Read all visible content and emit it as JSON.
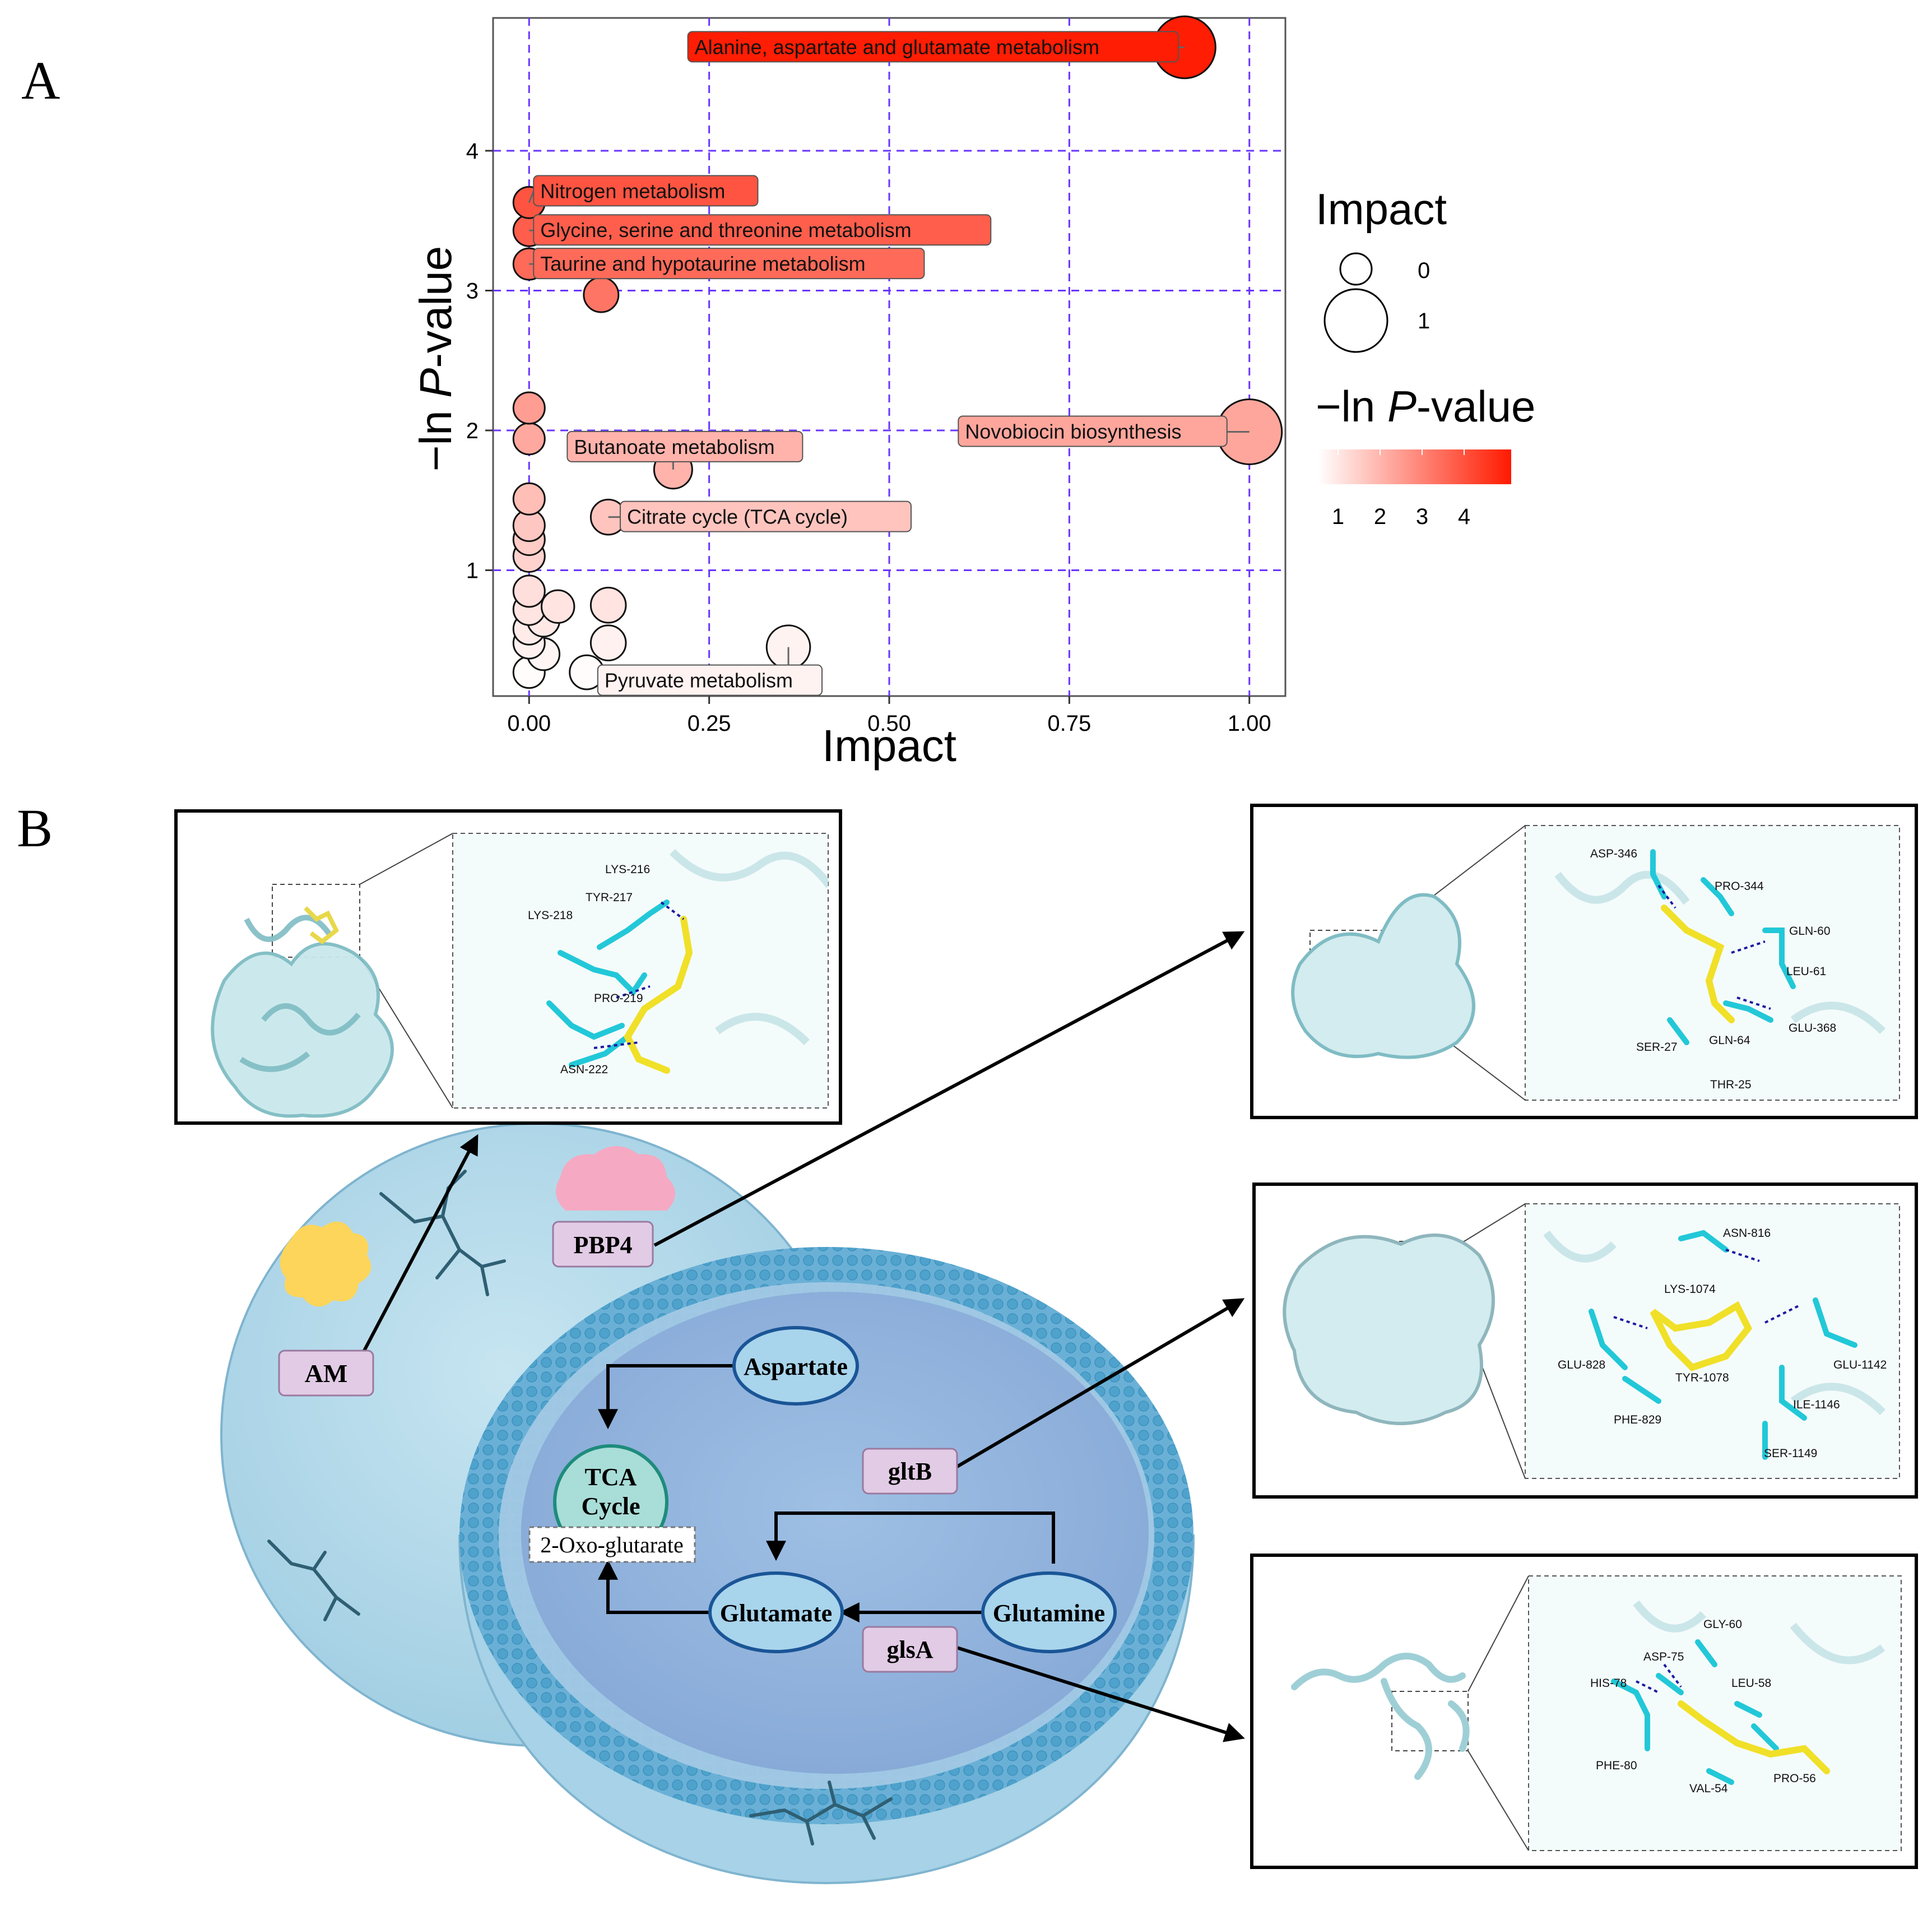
{
  "panel_a": {
    "letter": "A",
    "chart_data": {
      "type": "scatter",
      "xlabel": "Impact",
      "ylabel_prefix": "−ln ",
      "ylabel_italic": "P",
      "ylabel_suffix": "-value",
      "xlim": [
        -0.05,
        1.05
      ],
      "ylim": [
        0.1,
        4.95
      ],
      "xticks": [
        {
          "value": 0.0,
          "label": "0.00"
        },
        {
          "value": 0.25,
          "label": "0.25"
        },
        {
          "value": 0.5,
          "label": "0.50"
        },
        {
          "value": 0.75,
          "label": "0.75"
        },
        {
          "value": 1.0,
          "label": "1.00"
        }
      ],
      "yticks": [
        {
          "value": 1,
          "label": "1"
        },
        {
          "value": 2,
          "label": "2"
        },
        {
          "value": 3,
          "label": "3"
        },
        {
          "value": 4,
          "label": "4"
        }
      ],
      "grid": "dashed",
      "grid_color": "#6a35ff",
      "color_low": "#ffffff",
      "color_high": "#ff1a00",
      "color_range": [
        0.2,
        4.8
      ],
      "points": [
        {
          "x": 0.91,
          "y": 4.74,
          "label": "Alanine, aspartate and glutamate metabolism"
        },
        {
          "x": 0.0,
          "y": 3.63,
          "label": "Nitrogen metabolism"
        },
        {
          "x": 0.0,
          "y": 3.43,
          "label": "Glycine, serine and threonine metabolism"
        },
        {
          "x": 0.0,
          "y": 3.19,
          "label": "Taurine and hypotaurine metabolism"
        },
        {
          "x": 0.1,
          "y": 2.97,
          "label": ""
        },
        {
          "x": 1.0,
          "y": 1.99,
          "label": "Novobiocin biosynthesis"
        },
        {
          "x": 0.0,
          "y": 2.16,
          "label": ""
        },
        {
          "x": 0.0,
          "y": 1.94,
          "label": ""
        },
        {
          "x": 0.2,
          "y": 1.72,
          "label": "Butanoate metabolism"
        },
        {
          "x": 0.11,
          "y": 1.38,
          "label": "Citrate cycle (TCA cycle)"
        },
        {
          "x": 0.0,
          "y": 1.51,
          "label": ""
        },
        {
          "x": 0.0,
          "y": 1.32,
          "label": ""
        },
        {
          "x": 0.0,
          "y": 1.22,
          "label": ""
        },
        {
          "x": 0.0,
          "y": 1.1,
          "label": ""
        },
        {
          "x": 0.0,
          "y": 0.85,
          "label": ""
        },
        {
          "x": 0.0,
          "y": 0.72,
          "label": ""
        },
        {
          "x": 0.04,
          "y": 0.74,
          "label": ""
        },
        {
          "x": 0.02,
          "y": 0.64,
          "label": ""
        },
        {
          "x": 0.0,
          "y": 0.58,
          "label": ""
        },
        {
          "x": 0.0,
          "y": 0.48,
          "label": ""
        },
        {
          "x": 0.02,
          "y": 0.4,
          "label": ""
        },
        {
          "x": 0.0,
          "y": 0.27,
          "label": ""
        },
        {
          "x": 0.08,
          "y": 0.27,
          "label": ""
        },
        {
          "x": 0.11,
          "y": 0.75,
          "label": ""
        },
        {
          "x": 0.11,
          "y": 0.48,
          "label": ""
        },
        {
          "x": 0.36,
          "y": 0.45,
          "label": "Pyruvate metabolism"
        }
      ],
      "legend_size_title": "Impact",
      "legend_size_entries": [
        {
          "value": 0,
          "label": "0"
        },
        {
          "value": 1,
          "label": "1"
        }
      ],
      "legend_color_title_prefix": "−ln ",
      "legend_color_title_italic": "P",
      "legend_color_title_suffix": "-value",
      "legend_color_ticks": [
        "1",
        "2",
        "3",
        "4"
      ]
    }
  },
  "panel_b": {
    "letter": "B",
    "cell_labels": {
      "am": "AM",
      "pbp4": "PBP4",
      "gltb": "gltB",
      "glsa": "glsA",
      "tca_line1": "TCA",
      "tca_line2": "Cycle",
      "oxoglutarate": "2-Oxo-glutarate",
      "aspartate": "Aspartate",
      "glutamate": "Glutamate",
      "glutamine": "Glutamine"
    },
    "docking": {
      "am": [
        "LYS-216",
        "TYR-217",
        "LYS-218",
        "PRO-219",
        "ASN-222"
      ],
      "pbp4": [
        "ASP-346",
        "PRO-344",
        "GLN-60",
        "LEU-61",
        "GLU-368",
        "SER-27",
        "GLN-64",
        "THR-25"
      ],
      "gltb": [
        "ASN-816",
        "LYS-1074",
        "GLU-828",
        "TYR-1078",
        "GLU-1142",
        "ILE-1146",
        "PHE-829",
        "SER-1149"
      ],
      "glsa": [
        "GLY-60",
        "ASP-75",
        "HIS-78",
        "LEU-58",
        "PHE-80",
        "VAL-54",
        "PRO-56"
      ]
    },
    "colors": {
      "carbon_protein": "#22c8d8",
      "ligand": "#f0e028",
      "ribbon": "#8ccfd6",
      "hbond": "#1a1aa0",
      "label_box": "#e2cbe5",
      "cell_outer": "#b5dbe9",
      "cell_inner": "#93b6dc"
    }
  }
}
